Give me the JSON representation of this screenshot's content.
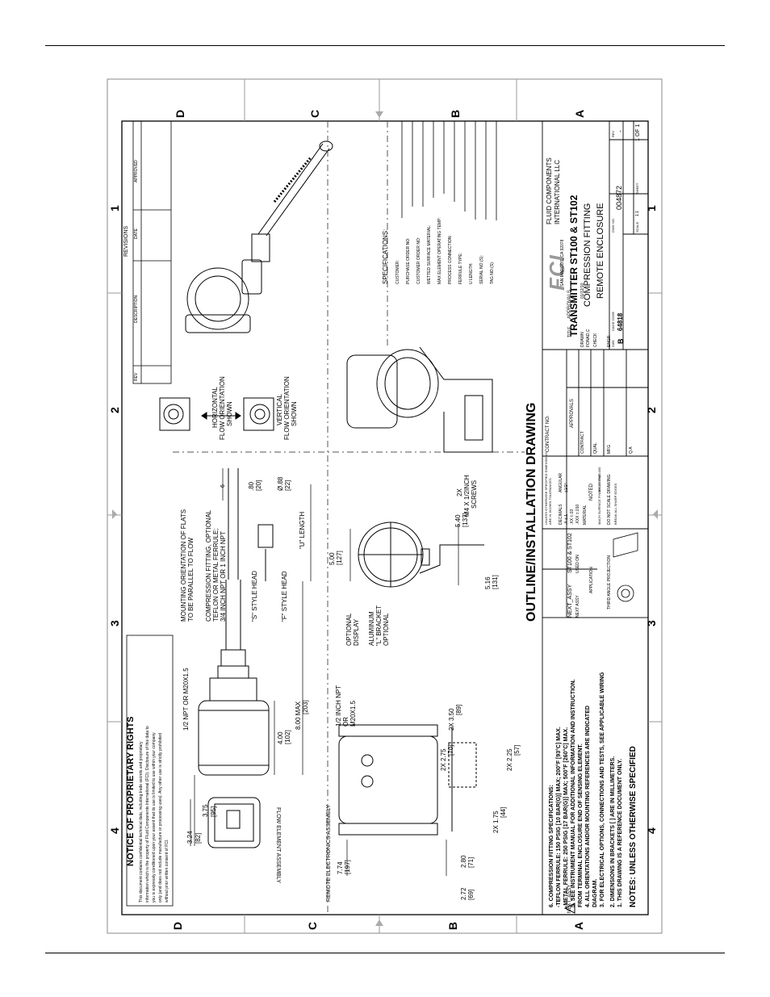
{
  "border_labels": {
    "rows_top": [
      "D",
      "C",
      "B",
      "A"
    ],
    "rows_bottom": [
      "D",
      "C",
      "B",
      "A"
    ],
    "cols_left": [
      "4",
      "3",
      "2",
      "1"
    ],
    "cols_right": [
      "4",
      "3",
      "2",
      "1"
    ]
  },
  "revisions": {
    "title": "REVISIONS",
    "headers": [
      "REV",
      "DESCRIPTION",
      "DATE",
      "APPROVED"
    ]
  },
  "proprietary": {
    "title": "NOTICE OF PROPRIETARY RIGHTS",
    "lines": [
      "This document contains confidential technical data, including trade secrets and proprietary",
      "information which is the property of Fluid Components International (FCI). Disclosure of this data to",
      "you is expressly conditioned upon your assent that its use is limited to use within your company",
      "only (and does not include manufacture or processing uses). Any other use is strictly prohibited",
      "without prior written consent of FCI."
    ]
  },
  "notes": {
    "title": "NOTES: UNLESS OTHERWISE SPECIFIED",
    "lines": [
      "1.  THIS DRAWING IS A REFERENCE DOCUMENT ONLY.",
      "2.  DIMENSIONS IN BRACKETS [ ] ARE IN MILLIMETERS.",
      "3.  FOR ELECTRICAL OPTIONS, CONNECTIONS AND TESTS, SEE APPLICABLE WIRING",
      "     DIAGRAM.",
      "4.  ALL ORIENTATIONS AND/OR MOUNTING REFERENCES ARE INDICATED",
      "     FROM TERMINAL ENCLOSURE END OF SENSING ELEMENT.",
      "5.  SEE INSTRUMENT MANUAL FOR ADDITIONAL INFORMATION AND INSTRUCTION.",
      "     -METAL FERRULE: 250 PSIG [17 BAR(G)] MAX; 500°F [260°C] MAX.",
      "     -TEFLON FERRULE: 150 PSIG [10 BAR(G)] MAX; 200°F [93°C] MAX.",
      "6.  COMPRESSION FITTING SPECIFICATIONS:"
    ]
  },
  "flow_element": {
    "caption": "FLOW ELEMENT ASSEMBLY",
    "dims": {
      "d324": "3.24",
      "d324mm": "[82]",
      "d375": "3.75",
      "d375mm": "[95]",
      "d400": "4.00",
      "d400mm": "[102]",
      "d800": "8.00  MAX",
      "d800mm": "[203]",
      "d080": ".80",
      "d080mm": "[20]",
      "d088": "Ø.88",
      "d088mm": "[22]"
    },
    "callouts": {
      "npt": "1/2 NPT OR M20X1.5",
      "flats1": "MOUNTING ORIENTATION OF FLATS",
      "flats2": "TO BE PARALLEL TO FLOW",
      "comp1": "COMPRESSION FITTING, OPTIONAL",
      "comp2": "TEFLON OR METAL FERRULE;",
      "comp3": "3/4 INCH NPT OR 1 INCH NPT",
      "comp_note": "6",
      "s_head": "\"S\" STYLE HEAD",
      "f_head": "\"F\" STYLE HEAD",
      "u_len": "\"U\" LENGTH"
    }
  },
  "remote": {
    "caption": "REMOTE ELECTRONICS ASSEMBLY",
    "dims": {
      "d774": "7.74",
      "d774mm": "[197]",
      "d272": "2.72",
      "d272mm": "[69]",
      "d280": "2.80",
      "d280mm": "[71]",
      "d175": "2X  1.75",
      "d175mm": "[44]",
      "d275": "2X  2.75",
      "d275mm": "[70]",
      "d225": "2X  2.25",
      "d225mm": "[57]",
      "d350": "2X  3.50",
      "d350mm": "[89]",
      "d500": "5.00",
      "d500mm": "[127]",
      "d540": "5.40",
      "d540mm": "[137]",
      "d516": "5.16",
      "d516mm": "[131]"
    },
    "callouts": {
      "npt1": "1/2 INCH NPT",
      "npt2": "OR",
      "npt3": "M20X1.5",
      "display1": "OPTIONAL",
      "display2": "DISPLAY",
      "bracket1": "ALUMINUM",
      "bracket2": "\"L\" BRACKET",
      "bracket3": "OPTIONAL",
      "screws1": "2X",
      "screws2": "M4 X 1/2INCH",
      "screws3": "SCREWS"
    }
  },
  "orientation": {
    "horizontal": [
      "HORIZONTAL",
      "FLOW ORIENTATION",
      "SHOWN"
    ],
    "vertical": [
      "VERTICAL",
      "FLOW ORIENTATION",
      "SHOWN"
    ]
  },
  "specifications": {
    "title": "SPECIFICATIONS:",
    "items": [
      "CUSTOMER:",
      "PURCHASE ORDER NO:",
      "CUSTOMER ORDER NO:",
      "WETTED SURFACE MATERIAL:",
      "MAX ELEMENT OPERATING TEMP:",
      "PROCESS CONNECTION:",
      "FERRULE TYPE:",
      "U LENGTH:",
      "SERIAL NO.(S):",
      "TAG NO.(S):"
    ]
  },
  "title_block": {
    "drawing_title": "OUTLINE/INSTALLATION DRAWING",
    "next_assy": "NEXT_ASSY",
    "next_assy_label": "NEXT ASSY",
    "used_on_value": "ST100 & ST102",
    "used_on_label": "USED ON",
    "application": "APPLICATION",
    "projection": "THIRD ANGLE PROJECTION",
    "tolerance_head": "UNLESS OTHERWISE SPECIFIED DIMENSIONS ARE IN INCHES TOLERANCES",
    "decimals": "DECIMALS",
    "angular": "ANGULAR",
    "tol_x": ".X    ±.1",
    "tol_xx": ".XX   ±.03",
    "tol_xxx": ".XXX  ±.010",
    "tol_ang": "±1/2°",
    "material_label": "MATERIAL",
    "material_value": "NOTED",
    "finish": "MACH SURFACE FINISH 125 RMS",
    "machined": "MACH. END .030",
    "break_edges": "BREAK ALL SHARP EDGES",
    "do_not_scale": "DO NOT SCALE DRAWING",
    "contract_no": "CONTRACT NO.",
    "approvals": "APPROVALS",
    "approvals2": "APPROVALS",
    "contract": "CONTRACT",
    "drawn": "DRAWN",
    "drawn_by": "FONAD,C",
    "drawn_date": "01/12/10",
    "check": "CHECK",
    "qual": "QUAL",
    "mfg": "MFG",
    "engr": "ENGR",
    "qa": "Q.A",
    "company1": "FLUID COMPONENTS",
    "company2": "INTERNATIONAL LLC",
    "address": "SAN MARCOS, CA 92078",
    "logo": "FCI",
    "title_label": "TITLE",
    "title1": "TRANSMITTER ST100 & ST102",
    "title2": "COMPRESSION FITTING",
    "title3": "REMOTE ENCLOSURE",
    "size_label": "SIZE",
    "size": "B",
    "cage_label": "CAGE CODE",
    "cage": "64818",
    "dwg_label": "DWG NO.",
    "dwg": "004872",
    "rev_label": "REV",
    "rev": "-",
    "scale_label": "SCALE",
    "scale": "1:1",
    "sheet_label": "SHEET",
    "sheet": "1 OF 1"
  }
}
